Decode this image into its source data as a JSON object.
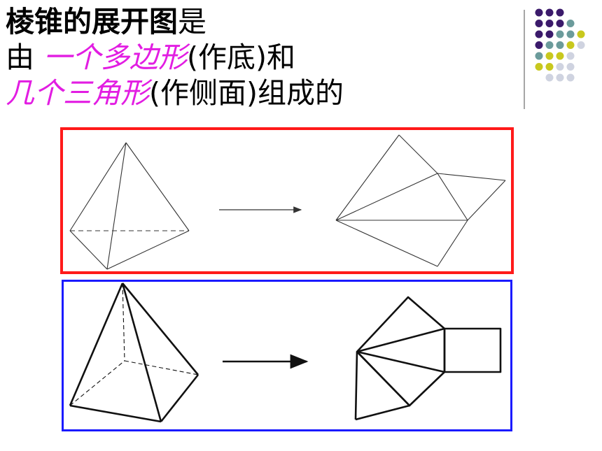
{
  "heading": {
    "line1": {
      "bold": "棱锥的展开图",
      "normal": "是"
    },
    "line2": {
      "a": "由 ",
      "highlight": "一个多边形",
      "b": "(作底)和"
    },
    "line3": {
      "highlight": "几个三角形",
      "b": "(作侧面)组成的"
    }
  },
  "colors": {
    "highlight": "#e21de2",
    "red_border": "#ff1a1a",
    "blue_border": "#1a1aff",
    "dot_purple": "#3b1a6b",
    "dot_teal": "#6b9b9b",
    "dot_yellow": "#c8c81e",
    "dot_grey": "#cfd3e0"
  },
  "decoration_dot_rows": [
    [
      "purple",
      "purple",
      "purple"
    ],
    [
      "purple",
      "purple",
      "purple",
      "teal"
    ],
    [
      "purple",
      "purple",
      "teal",
      "teal",
      "yellow"
    ],
    [
      "purple",
      "teal",
      "teal",
      "yellow",
      "grey"
    ],
    [
      "teal",
      "yellow",
      "yellow",
      "grey"
    ],
    [
      "yellow",
      "yellow",
      "grey",
      "grey"
    ],
    [
      "grey",
      "grey",
      "grey"
    ]
  ]
}
